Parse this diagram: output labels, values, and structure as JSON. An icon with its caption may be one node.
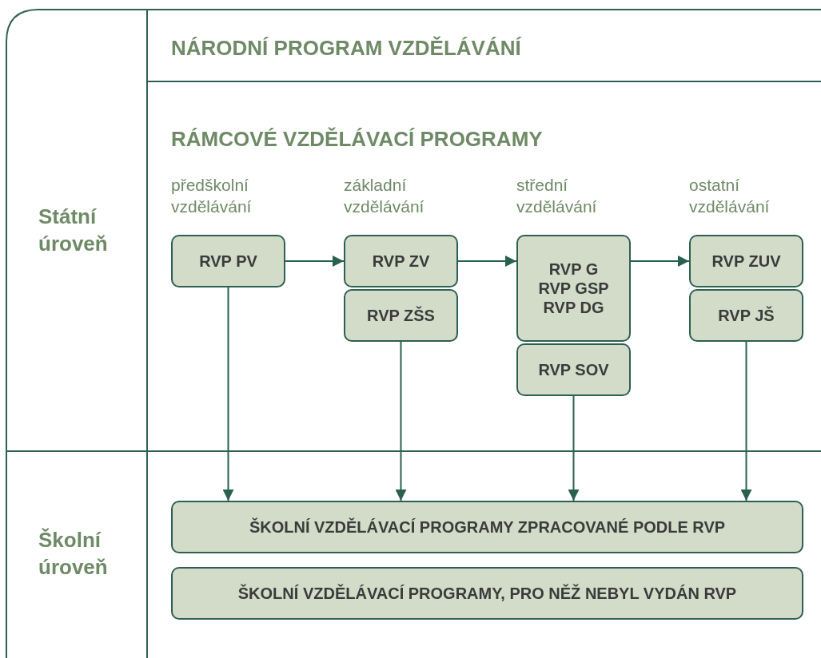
{
  "diagram": {
    "nodes": [
      {
        "text": [
          "RVP PV"
        ]
      },
      {
        "text": [
          "RVP ZV"
        ]
      },
      {
        "text": [
          "RVP ZŠS"
        ]
      },
      {
        "text": [
          "RVP G",
          "RVP GSP",
          "RVP DG"
        ]
      },
      {
        "text": [
          "RVP SOV"
        ]
      },
      {
        "text": [
          "RVP ZUV"
        ]
      },
      {
        "text": [
          "RVP JŠ"
        ]
      },
      {
        "text": [
          "ŠKOLNÍ VZDĚLÁVACÍ PROGRAMY ZPRACOVANÉ PODLE RVP"
        ]
      },
      {
        "text": [
          "ŠKOLNÍ VZDĚLÁVACÍ PROGRAMY, PRO NĚŽ NEBYL VYDÁN RVP"
        ]
      }
    ],
    "edges": [
      {
        "from": 0,
        "to": 1,
        "arrow": "to"
      },
      {
        "from": 1,
        "to": 3,
        "arrow": "to"
      },
      {
        "from": 3,
        "to": 5,
        "arrow": "to"
      },
      {
        "from": 0,
        "to": 7,
        "arrow": "to"
      },
      {
        "from": 2,
        "to": 7,
        "arrow": "to"
      },
      {
        "from": 4,
        "to": 7,
        "arrow": "to"
      },
      {
        "from": 6,
        "to": 7,
        "arrow": "to"
      }
    ],
    "labels": [
      "Státní úroveň",
      "NÁRODNÍ PROGRAM VZDĚLÁVÁNÍ",
      "RÁMCOVÉ VZDĚLÁVACÍ PROGRAMY",
      "předškolní vzdělávání",
      "základní vzdělávání",
      "střední vzdělávání",
      "ostatní vzdělávání",
      "Školní úroveň"
    ]
  }
}
